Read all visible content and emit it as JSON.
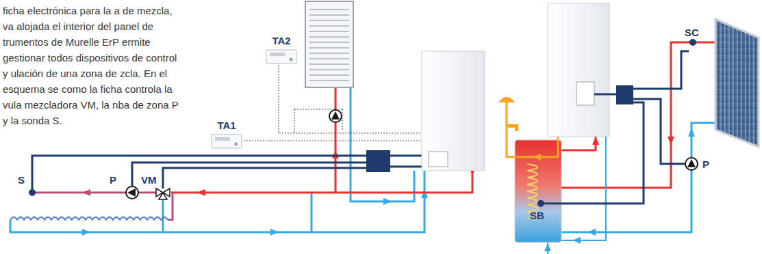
{
  "diagram": {
    "nodes": [
      {
        "text": [
          "TA2"
        ]
      },
      {
        "text": [
          "TA1"
        ]
      }
    ],
    "labels": [
      "ficha electrónica para la a de mezcla, va alojada el interior del panel de trumentos de Murelle ErP ermite gestionar todos dispositivos de control y ulación de una zona de zcla. En el esquema se como la ficha controla la vula mezcladora VM, la nba de zona P y la sonda S.",
      "S",
      "P",
      "VM",
      "SC",
      "P",
      "SB"
    ]
  }
}
